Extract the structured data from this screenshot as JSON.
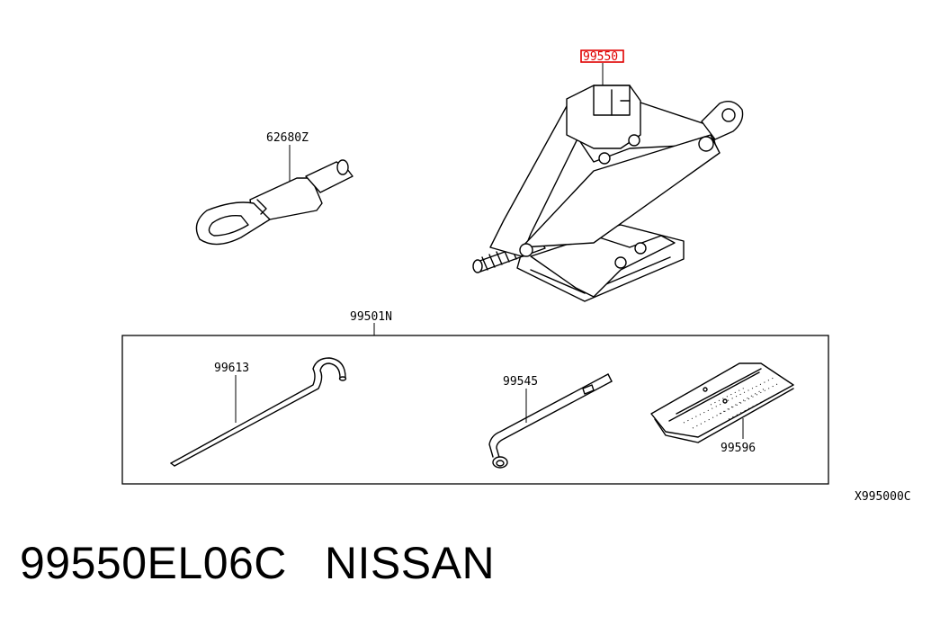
{
  "labels": {
    "jack": "99550",
    "tow_hook": "62680Z",
    "tool_kit": "99501N",
    "rod": "99613",
    "wrench": "99545",
    "bag": "99596",
    "diagram_code": "X995000C"
  },
  "caption": {
    "part_number": "99550EL06C",
    "brand": "NISSAN"
  },
  "colors": {
    "highlight": "#e00000",
    "line": "#000000",
    "background": "#ffffff"
  }
}
